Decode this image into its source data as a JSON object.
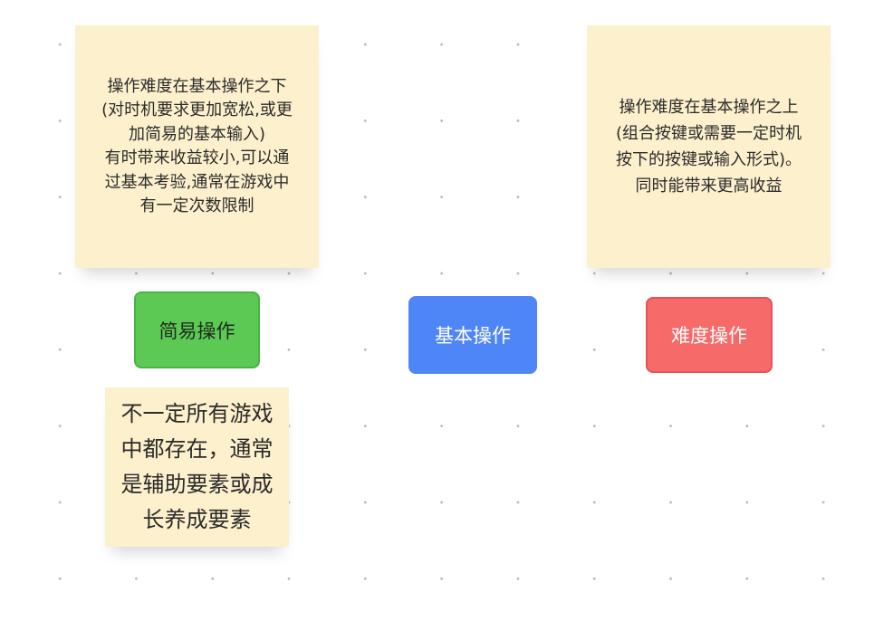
{
  "notes": {
    "easy_desc": {
      "lines": [
        "操作难度在基本操作之下",
        "(对时机要求更加宽松,或更",
        "加简易的基本输入)",
        "有时带来收益较小,可以通",
        "过基本考验,通常在游戏中",
        "有一定次数限制"
      ]
    },
    "hard_desc": {
      "lines": [
        "操作难度在基本操作之上",
        "(组合按键或需要一定时机",
        "按下的按键或输入形式)。",
        "同时能带来更高收益"
      ]
    },
    "aux_desc": {
      "lines": [
        "不一定所有游戏",
        "中都存在，通常",
        "是辅助要素或成",
        "长养成要素"
      ]
    }
  },
  "nodes": {
    "easy": {
      "label": "简易操作",
      "color": "#5cc955"
    },
    "basic": {
      "label": "基本操作",
      "color": "#4f86f7"
    },
    "hard": {
      "label": "难度操作",
      "color": "#f66a6a"
    }
  },
  "canvas": {
    "note_color": "#fdf0cd",
    "grid": "dotted"
  }
}
